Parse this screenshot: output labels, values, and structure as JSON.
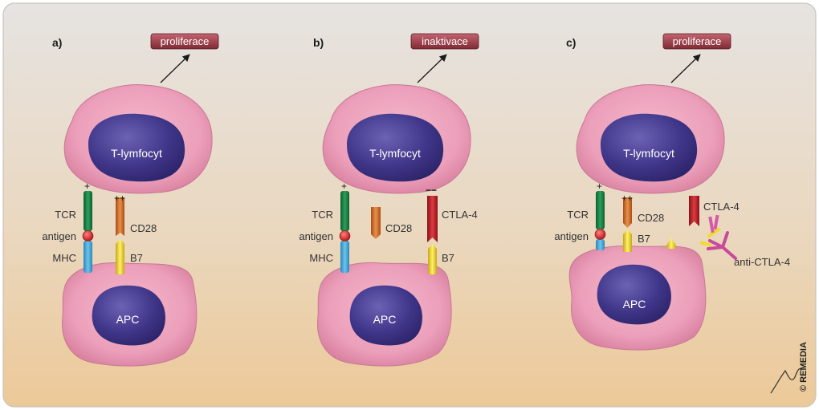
{
  "panels": [
    {
      "letter": "a)",
      "outcome": "proliferace",
      "tcell": "T-lymfocyt",
      "apc": "APC",
      "signs": [
        "+",
        "++"
      ],
      "labels": {
        "tcr": "TCR",
        "antigen": "antigen",
        "mhc": "MHC",
        "receptor": "CD28",
        "b7": "B7"
      }
    },
    {
      "letter": "b)",
      "outcome": "inaktivace",
      "tcell": "T-lymfocyt",
      "apc": "APC",
      "signs": [
        "+",
        "−−"
      ],
      "labels": {
        "tcr": "TCR",
        "antigen": "antigen",
        "mhc": "MHC",
        "cd28": "CD28",
        "ctla4": "CTLA-4",
        "b7": "B7"
      }
    },
    {
      "letter": "c)",
      "outcome": "proliferace",
      "tcell": "T-lymfocyt",
      "apc": "APC",
      "signs": [
        "+",
        "++"
      ],
      "labels": {
        "tcr": "TCR",
        "antigen": "antigen",
        "cd28": "CD28",
        "b7": "B7",
        "ctla4": "CTLA-4",
        "antibody": "anti-CTLA-4"
      }
    }
  ],
  "credit": "© REMEDIA",
  "colors": {
    "tcr": "#1f8a4c",
    "mhc": "#4fb0de",
    "antigen": "#d22020",
    "cd28": "#d9772a",
    "ctla4": "#c4232b",
    "b7": "#f0dc2a",
    "cell": "#ee9fbb",
    "nucleus": "#3c3384",
    "box": "#9a3a44",
    "antibody": "#d45aa8"
  }
}
